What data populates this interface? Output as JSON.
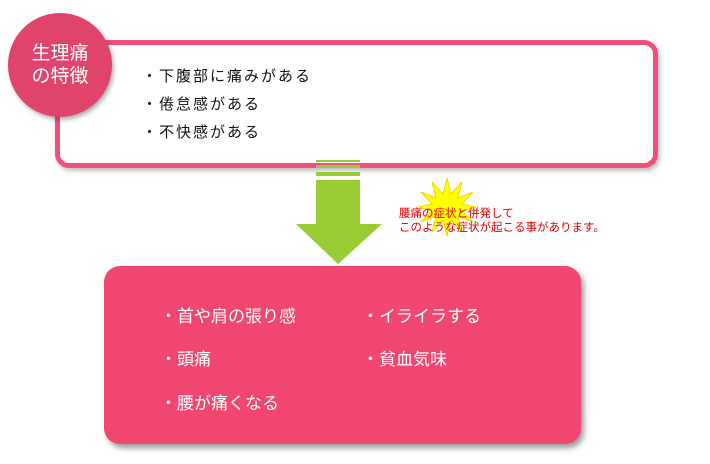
{
  "badge": {
    "line1": "生理痛",
    "line2": "の特徴"
  },
  "features": [
    "・下腹部に痛みがある",
    "・倦怠感がある",
    "・不快感がある"
  ],
  "note": {
    "line1": "腰痛の症状と併発して",
    "line2": "このような症状が起こる事があります。"
  },
  "symptoms_left": [
    "・首や肩の張り感",
    "・頭痛",
    "・腰が痛くなる"
  ],
  "symptoms_right": [
    "・イライラする",
    "・貧血気味"
  ],
  "colors": {
    "pink_border": "#f0507a",
    "badge": "#e0446b",
    "bottom_box": "#f0466f",
    "arrow": "#99cc33",
    "star": "#ffff00",
    "note_text": "#e00000"
  }
}
